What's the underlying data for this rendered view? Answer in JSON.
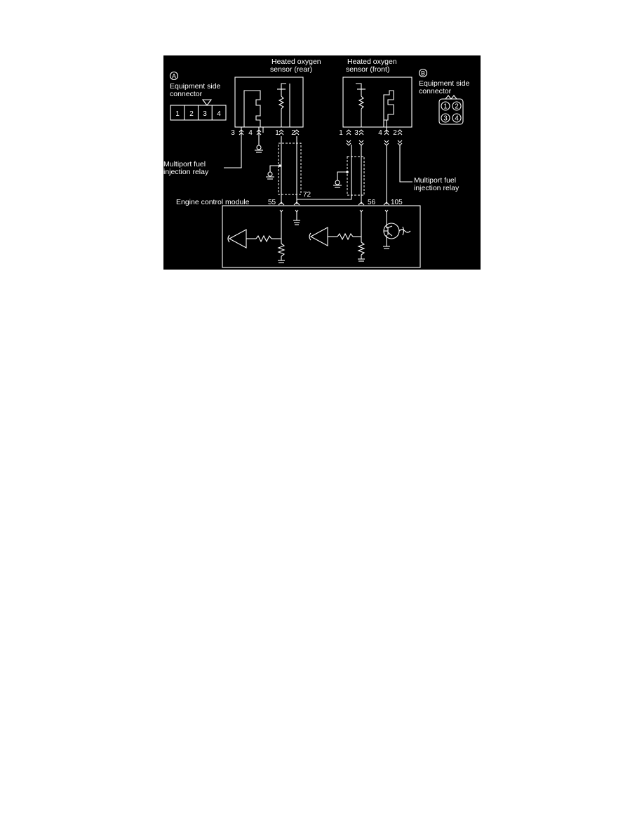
{
  "colors": {
    "background": "#000000",
    "ink": "#ffffff",
    "page": "#ffffff"
  },
  "connector_a": {
    "marker": "A",
    "label_line1": "Equipment side",
    "label_line2": "connector",
    "pins": [
      "1",
      "2",
      "3",
      "4"
    ]
  },
  "connector_b": {
    "marker": "B",
    "label_line1": "Equipment side",
    "label_line2": "connector",
    "pins": [
      "1",
      "2",
      "3",
      "4"
    ]
  },
  "sensor_rear": {
    "title_line1": "Heated oxygen",
    "title_line2": "sensor (rear)",
    "pins": [
      "3",
      "4",
      "1",
      "2"
    ]
  },
  "sensor_front": {
    "title_line1": "Heated oxygen",
    "title_line2": "sensor (front)",
    "pins": [
      "1",
      "3",
      "4",
      "2"
    ]
  },
  "relay_left": {
    "line1": "Multiport fuel",
    "line2": "injection relay"
  },
  "relay_right": {
    "line1": "Multiport fuel",
    "line2": "injection relay"
  },
  "ecm": {
    "title": "Engine control module",
    "terminals": [
      "55",
      "72",
      "56",
      "105"
    ]
  }
}
